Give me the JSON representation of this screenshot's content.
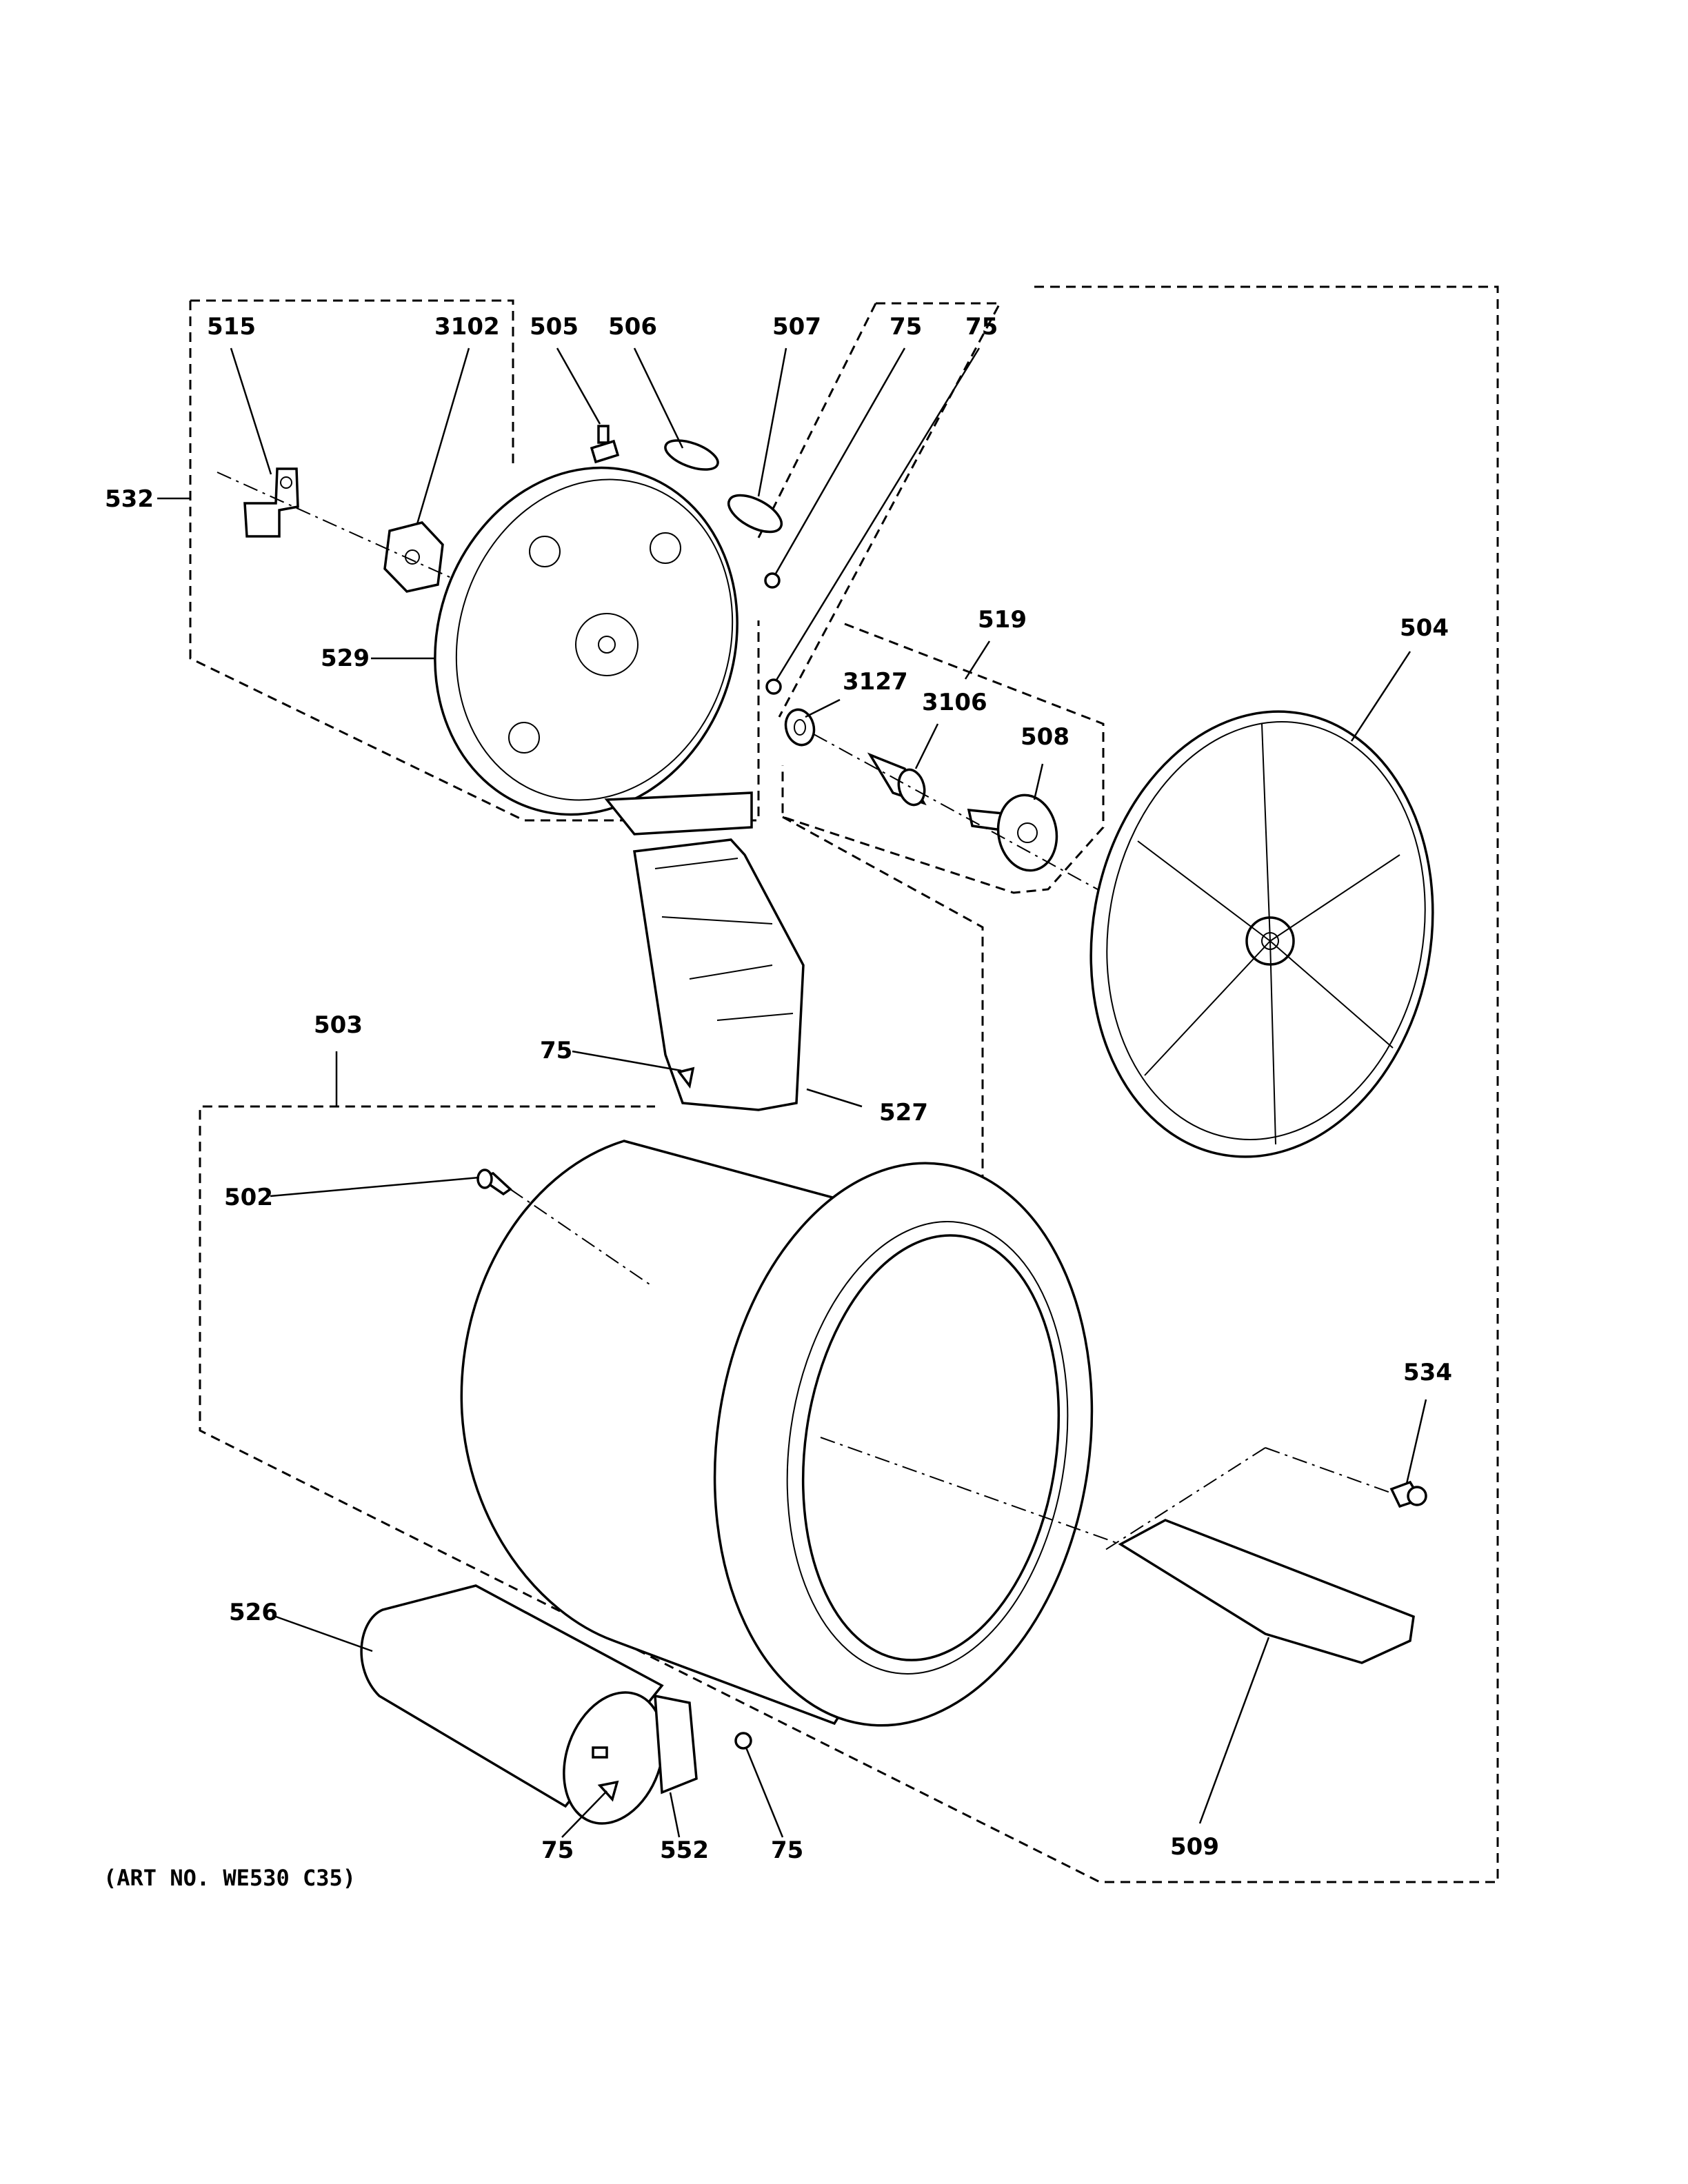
{
  "diagram": {
    "art_number": "(ART NO. WE530 C35)",
    "callouts": [
      {
        "id": "515",
        "label": "515"
      },
      {
        "id": "3102",
        "label": "3102"
      },
      {
        "id": "505",
        "label": "505"
      },
      {
        "id": "506",
        "label": "506"
      },
      {
        "id": "507",
        "label": "507"
      },
      {
        "id": "75a",
        "label": "75"
      },
      {
        "id": "75b",
        "label": "75"
      },
      {
        "id": "532",
        "label": "532"
      },
      {
        "id": "529",
        "label": "529"
      },
      {
        "id": "519",
        "label": "519"
      },
      {
        "id": "3127",
        "label": "3127"
      },
      {
        "id": "3106",
        "label": "3106"
      },
      {
        "id": "508",
        "label": "508"
      },
      {
        "id": "504",
        "label": "504"
      },
      {
        "id": "503",
        "label": "503"
      },
      {
        "id": "75c",
        "label": "75"
      },
      {
        "id": "527",
        "label": "527"
      },
      {
        "id": "502",
        "label": "502"
      },
      {
        "id": "534",
        "label": "534"
      },
      {
        "id": "526",
        "label": "526"
      },
      {
        "id": "75d",
        "label": "75"
      },
      {
        "id": "552",
        "label": "552"
      },
      {
        "id": "75e",
        "label": "75"
      },
      {
        "id": "509",
        "label": "509"
      }
    ]
  }
}
